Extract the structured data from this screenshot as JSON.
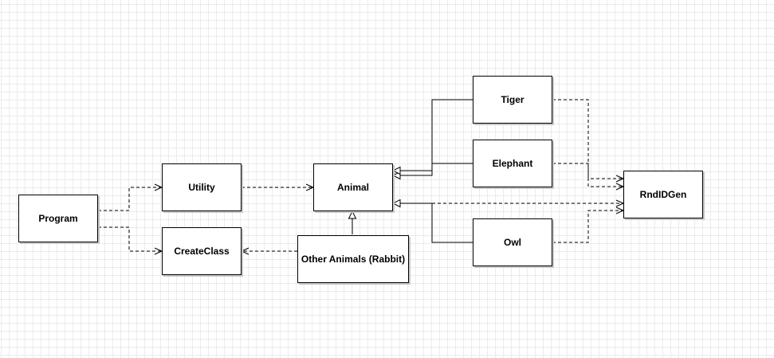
{
  "diagram": {
    "nodes": [
      {
        "id": "program",
        "label": "Program"
      },
      {
        "id": "utility",
        "label": "Utility"
      },
      {
        "id": "createclass",
        "label": "CreateClass"
      },
      {
        "id": "animal",
        "label": "Animal"
      },
      {
        "id": "other",
        "label": "Other Animals (Rabbit)"
      },
      {
        "id": "tiger",
        "label": "Tiger"
      },
      {
        "id": "elephant",
        "label": "Elephant"
      },
      {
        "id": "owl",
        "label": "Owl"
      },
      {
        "id": "rndidgen",
        "label": "RndIDGen"
      }
    ],
    "edges": [
      {
        "from": "program",
        "to": "utility",
        "type": "dependency"
      },
      {
        "from": "program",
        "to": "createclass",
        "type": "dependency"
      },
      {
        "from": "utility",
        "to": "animal",
        "type": "dependency"
      },
      {
        "from": "other",
        "to": "createclass",
        "type": "dependency"
      },
      {
        "from": "other",
        "to": "animal",
        "type": "generalization"
      },
      {
        "from": "tiger",
        "to": "animal",
        "type": "generalization"
      },
      {
        "from": "elephant",
        "to": "animal",
        "type": "generalization"
      },
      {
        "from": "owl",
        "to": "animal",
        "type": "generalization"
      },
      {
        "from": "tiger",
        "to": "rndidgen",
        "type": "dependency"
      },
      {
        "from": "elephant",
        "to": "rndidgen",
        "type": "dependency"
      },
      {
        "from": "animal",
        "to": "rndidgen",
        "type": "dependency"
      },
      {
        "from": "owl",
        "to": "rndidgen",
        "type": "dependency"
      }
    ]
  }
}
